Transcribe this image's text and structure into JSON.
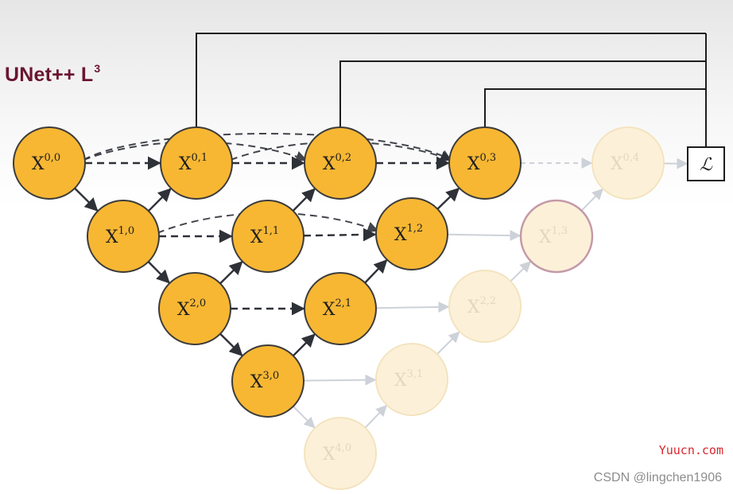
{
  "title": {
    "text": "UNet++ L",
    "sup": "3"
  },
  "colors": {
    "node_fill": "#f7b733",
    "node_stroke": "#3b3b3b",
    "faded_fill": "#fcf1d8",
    "faded_stroke": "#f3e3bf",
    "faded_ring": "#c49aa8",
    "edge": "#2e3138",
    "faded_edge": "#c5cad2",
    "title": "#6b1530"
  },
  "nodes": [
    {
      "id": "x00",
      "base": "X",
      "sup": "0,0",
      "faded": false
    },
    {
      "id": "x01",
      "base": "X",
      "sup": "0,1",
      "faded": false
    },
    {
      "id": "x02",
      "base": "X",
      "sup": "0,2",
      "faded": false
    },
    {
      "id": "x03",
      "base": "X",
      "sup": "0,3",
      "faded": false
    },
    {
      "id": "x04",
      "base": "X",
      "sup": "0,4",
      "faded": true
    },
    {
      "id": "x10",
      "base": "X",
      "sup": "1,0",
      "faded": false
    },
    {
      "id": "x11",
      "base": "X",
      "sup": "1,1",
      "faded": false
    },
    {
      "id": "x12",
      "base": "X",
      "sup": "1,2",
      "faded": false
    },
    {
      "id": "x13",
      "base": "X",
      "sup": "1,3",
      "faded": true,
      "ring": true
    },
    {
      "id": "x20",
      "base": "X",
      "sup": "2,0",
      "faded": false
    },
    {
      "id": "x21",
      "base": "X",
      "sup": "2,1",
      "faded": false
    },
    {
      "id": "x22",
      "base": "X",
      "sup": "2,2",
      "faded": true
    },
    {
      "id": "x30",
      "base": "X",
      "sup": "3,0",
      "faded": false
    },
    {
      "id": "x31",
      "base": "X",
      "sup": "3,1",
      "faded": true
    },
    {
      "id": "x40",
      "base": "X",
      "sup": "4,0",
      "faded": true
    }
  ],
  "loss": {
    "id": "loss",
    "label": "ℒ"
  },
  "edges": [
    {
      "from": "x00",
      "to": "x10",
      "style": "solid"
    },
    {
      "from": "x10",
      "to": "x20",
      "style": "solid"
    },
    {
      "from": "x20",
      "to": "x30",
      "style": "solid"
    },
    {
      "from": "x10",
      "to": "x01",
      "style": "solid"
    },
    {
      "from": "x20",
      "to": "x11",
      "style": "solid"
    },
    {
      "from": "x30",
      "to": "x21",
      "style": "solid"
    },
    {
      "from": "x11",
      "to": "x02",
      "style": "solid"
    },
    {
      "from": "x21",
      "to": "x12",
      "style": "solid"
    },
    {
      "from": "x12",
      "to": "x03",
      "style": "solid"
    },
    {
      "from": "x00",
      "to": "x01",
      "style": "dashed"
    },
    {
      "from": "x01",
      "to": "x02",
      "style": "dashed"
    },
    {
      "from": "x02",
      "to": "x03",
      "style": "dashed"
    },
    {
      "from": "x10",
      "to": "x11",
      "style": "dashed"
    },
    {
      "from": "x11",
      "to": "x12",
      "style": "dashed"
    },
    {
      "from": "x20",
      "to": "x21",
      "style": "dashed"
    },
    {
      "from": "x00",
      "to": "x02",
      "style": "dashed",
      "curve": true
    },
    {
      "from": "x01",
      "to": "x03",
      "style": "dashed",
      "curve": true
    },
    {
      "from": "x10",
      "to": "x12",
      "style": "dashed",
      "curve": true
    },
    {
      "from": "x00",
      "to": "x03",
      "style": "dashed",
      "curve": true
    },
    {
      "from": "x30",
      "to": "x40",
      "style": "faded"
    },
    {
      "from": "x40",
      "to": "x31",
      "style": "faded"
    },
    {
      "from": "x31",
      "to": "x22",
      "style": "faded"
    },
    {
      "from": "x22",
      "to": "x13",
      "style": "faded"
    },
    {
      "from": "x13",
      "to": "x04",
      "style": "faded"
    },
    {
      "from": "x30",
      "to": "x31",
      "style": "faded"
    },
    {
      "from": "x21",
      "to": "x22",
      "style": "faded"
    },
    {
      "from": "x12",
      "to": "x13",
      "style": "faded"
    },
    {
      "from": "x03",
      "to": "x04",
      "style": "faded"
    },
    {
      "from": "x04",
      "to": "loss",
      "style": "faded"
    }
  ],
  "loss_links": [
    "x01",
    "x02",
    "x03"
  ],
  "watermarks": {
    "site": "Yuucn.com",
    "author": "CSDN @lingchen1906"
  }
}
